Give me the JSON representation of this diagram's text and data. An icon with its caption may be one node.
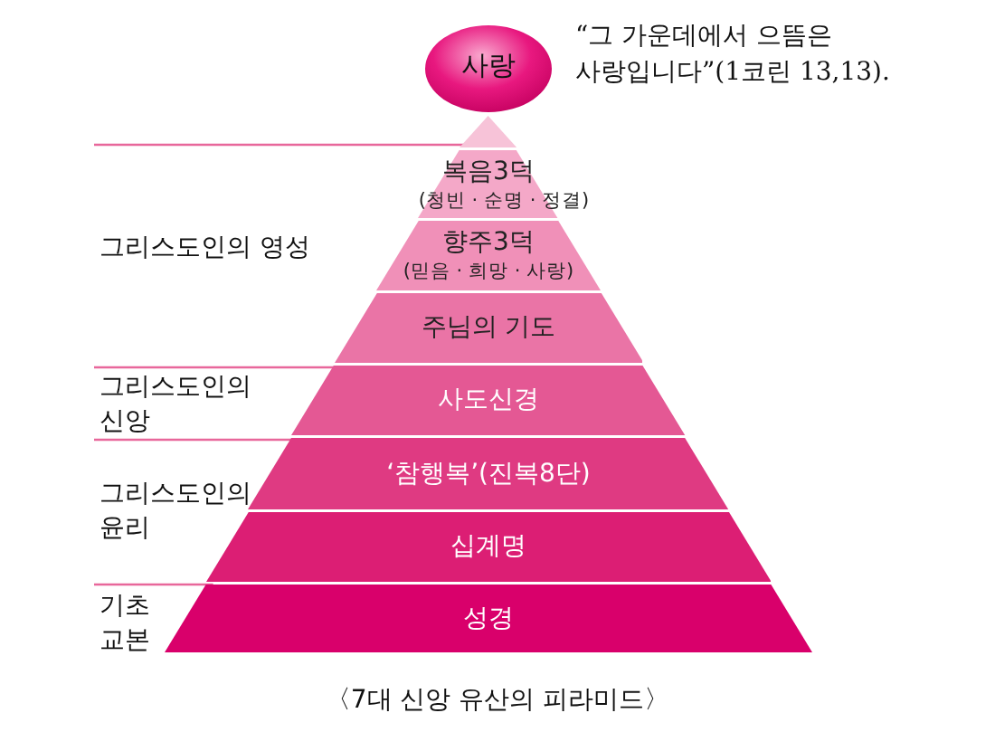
{
  "diagram": {
    "caption": "〈7대 신앙 유산의 피라미드〉",
    "nodes": [
      {
        "text": [
          "사랑"
        ],
        "beside": [
          "“그 가운데에서 으뜸은 사랑입니다”(1코린 13,13)."
        ]
      },
      {
        "text": [],
        "shape": "triangle"
      },
      {
        "text": [
          "복음3덕",
          "(청빈 · 순명 · 정결)"
        ]
      },
      {
        "text": [
          "향주3덕",
          "(믿음 · 희망 · 사랑)"
        ]
      },
      {
        "text": [
          "주님의 기도"
        ]
      },
      {
        "text": [
          "사도신경"
        ]
      },
      {
        "text": [
          "‘참행복’(진복8단)"
        ]
      },
      {
        "text": [
          "십계명"
        ]
      },
      {
        "text": [
          "성경"
        ]
      }
    ],
    "edges": [],
    "labels": [
      "그리스도인의 영성",
      "그리스도인의 신앙",
      "그리스도인의 윤리",
      "기초 교본"
    ]
  }
}
